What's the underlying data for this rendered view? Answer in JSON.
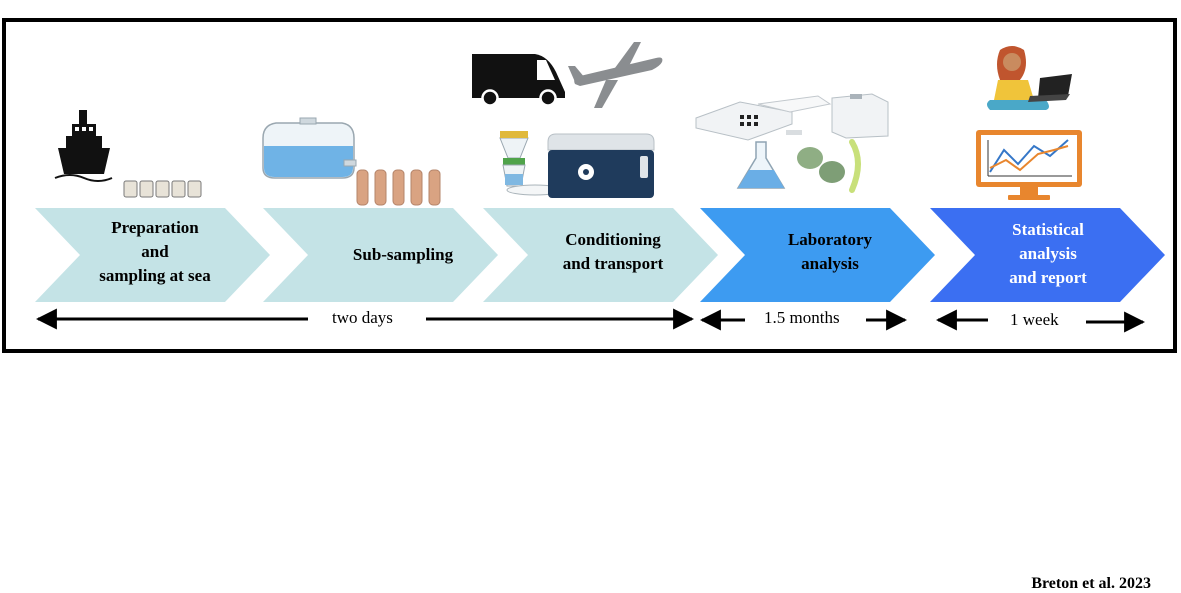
{
  "steps": [
    {
      "label_lines": [
        "Preparation",
        "and",
        "sampling at sea"
      ]
    },
    {
      "label_lines": [
        "Sub-sampling"
      ]
    },
    {
      "label_lines": [
        "Conditioning",
        "and transport"
      ]
    },
    {
      "label_lines": [
        "Laboratory",
        "analysis"
      ]
    },
    {
      "label_lines": [
        "Statistical",
        "analysis",
        "and report"
      ]
    }
  ],
  "durations": {
    "first": "two days",
    "second": "1.5 months",
    "third": "1 week"
  },
  "credit": "Breton et al. 2023",
  "colors": {
    "light_step": "#c4e3e6",
    "lab_step": "#3d9bf1",
    "stats_step": "#3b6ff2",
    "stats_text": "#ffffff",
    "dark_text": "#000000"
  },
  "icons": [
    "ship-icon",
    "sample-jars-icon",
    "water-tank-icon",
    "tubes-icon",
    "van-icon",
    "airplane-icon",
    "filter-funnel-icon",
    "cooler-box-icon",
    "lab-instruments-icon",
    "flask-icon",
    "filter-discs-icon",
    "person-laptop-icon",
    "monitor-chart-icon"
  ]
}
